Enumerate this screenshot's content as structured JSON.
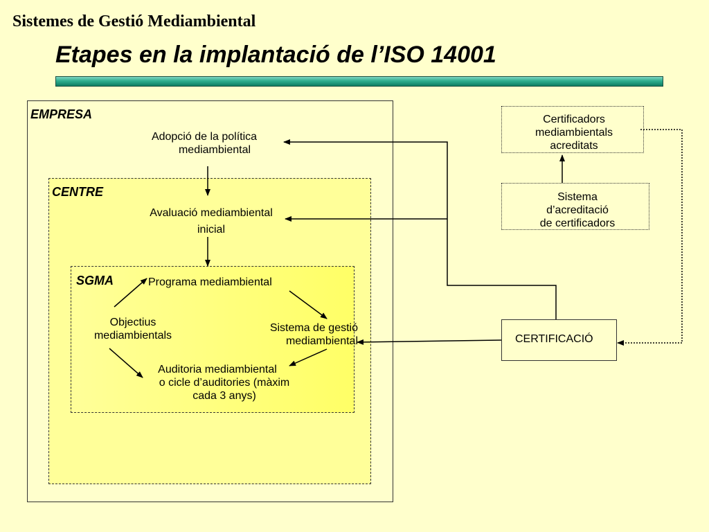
{
  "header": {
    "section_title": "Sistemes de Gestió Mediambiental",
    "main_title": "Etapes en la implantació de l’ISO 14001"
  },
  "diagram": {
    "empresa_label": "EMPRESA",
    "centre_label": "CENTRE",
    "sgma_label": "SGMA",
    "adopcio_line1": "Adopció de la política",
    "adopcio_line2": "mediambiental",
    "avaluacio_line1": "Avaluació mediambiental",
    "avaluacio_line2": "inicial",
    "programa": "Programa mediambiental",
    "objectius_line1": "Objectius",
    "objectius_line2": "mediambientals",
    "sistema_gestio_line1": "Sistema de gestió",
    "sistema_gestio_line2": "mediambiental",
    "auditoria_line1": "Auditoria  mediambiental",
    "auditoria_line2": "o cicle d’auditories (màxim",
    "auditoria_line3": "cada 3 anys)",
    "certificadors_line1": "Certificadors",
    "certificadors_line2": "mediambientals",
    "certificadors_line3": "acreditats",
    "acreditacio_line1": "Sistema",
    "acreditacio_line2": "d’acreditació",
    "acreditacio_line3": "de certificadors",
    "certificacio": "CERTIFICACIÓ"
  },
  "colors": {
    "background": "#ffffcc",
    "centre_fill": "#ffff99",
    "sgma_fill": "#ffff66",
    "title_bar": "#2fae8e"
  }
}
